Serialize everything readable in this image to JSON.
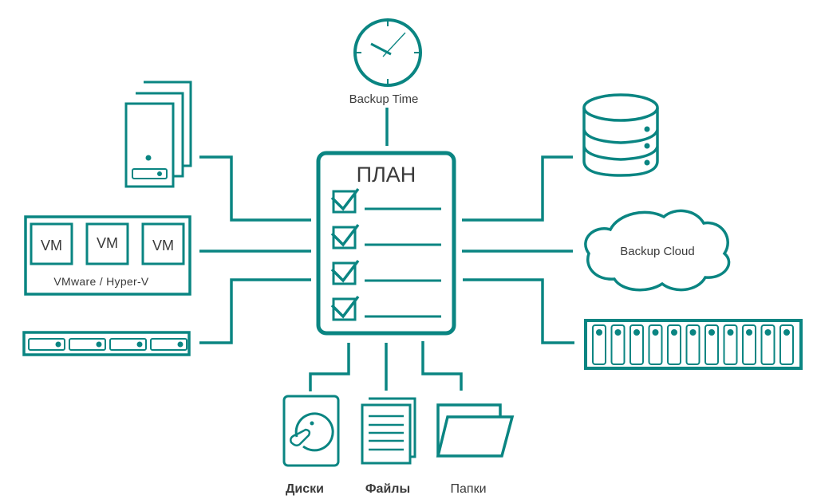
{
  "colors": {
    "accent": "#0a8582",
    "text": "#3a3a3a",
    "background": "#ffffff"
  },
  "center": {
    "title": "ПЛАН",
    "checklist_items": 4
  },
  "top": {
    "label": "Backup Time",
    "icon": "clock-icon"
  },
  "left": {
    "servers": {
      "icon": "server-stack-icon"
    },
    "virtualization": {
      "vm_labels": [
        "VM",
        "VM",
        "VM"
      ],
      "label": "VMware / Hyper-V"
    },
    "storage_array": {
      "icon": "disk-array-icon",
      "drive_count": 4
    }
  },
  "right": {
    "database": {
      "icon": "database-icon"
    },
    "cloud": {
      "label": "Backup Cloud",
      "icon": "cloud-icon"
    },
    "nas": {
      "icon": "nas-rack-icon",
      "bay_count": 11
    }
  },
  "bottom": [
    {
      "label": "Диски",
      "icon": "hard-disk-icon"
    },
    {
      "label": "Файлы",
      "icon": "files-icon"
    },
    {
      "label": "Папки",
      "icon": "folder-icon"
    }
  ]
}
